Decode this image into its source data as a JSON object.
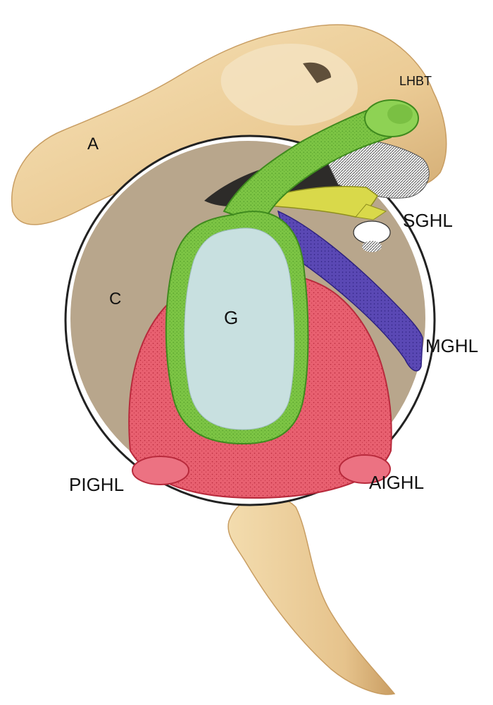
{
  "labels": {
    "acromion": "A",
    "coracoid": "C",
    "glenoid": "G",
    "biceps_tendon": "LHBT",
    "superior_ligament": "SGHL",
    "middle_ligament": "MGHL",
    "posterior_inferior_ligament": "PIGHL",
    "anterior_inferior_ligament": "AIGHL"
  },
  "colors": {
    "bone": "#eed3a3",
    "bone_shadow": "#cfa76e",
    "capsule_background": "#b8a68c",
    "labrum_tendon": "#7cc444",
    "labrum_dark": "#3f8a1e",
    "glenoid_cartilage": "#c8e0e0",
    "sghl": "#d9d94a",
    "mghl": "#4f3fa6",
    "ighl_complex": "#e86070",
    "ighl_dark": "#b82a3c"
  }
}
